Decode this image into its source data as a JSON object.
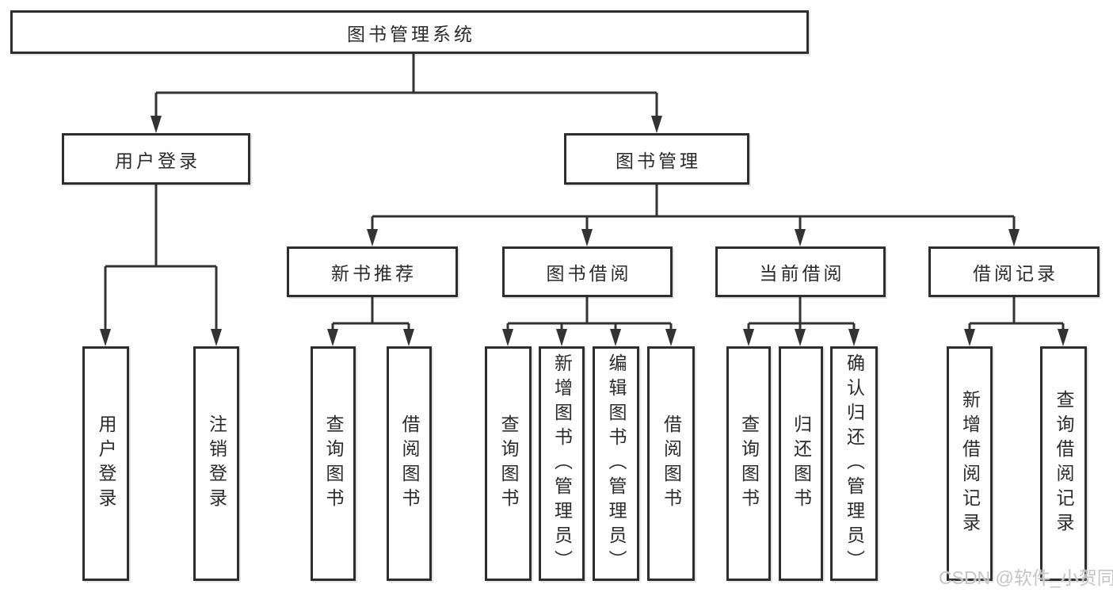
{
  "diagram": {
    "root": "图书管理系统",
    "branches": {
      "user_login": "用户登录",
      "book_management": "图书管理"
    },
    "modules": [
      "新书推荐",
      "图书借阅",
      "当前借阅",
      "借阅记录"
    ],
    "leaves": {
      "user_login": [
        "用户登录",
        "注销登录"
      ],
      "new_book": [
        "查询图书",
        "借阅图书"
      ],
      "book_borrow": [
        "查询图书",
        "新增图书（管理员）",
        "编辑图书（管理员）",
        "借阅图书"
      ],
      "current_borrow": [
        "查询图书",
        "归还图书",
        "确认归还（管理员）"
      ],
      "borrow_record": [
        "新增借阅记录",
        "查询借阅记录"
      ]
    }
  },
  "watermark": "CSDN @软件_小贺同学",
  "colors": {
    "line": "#333333",
    "border": "#2e2e2e",
    "background": "#ffffff",
    "text": "#2b2b2b",
    "watermark": "#c5c5c5"
  }
}
